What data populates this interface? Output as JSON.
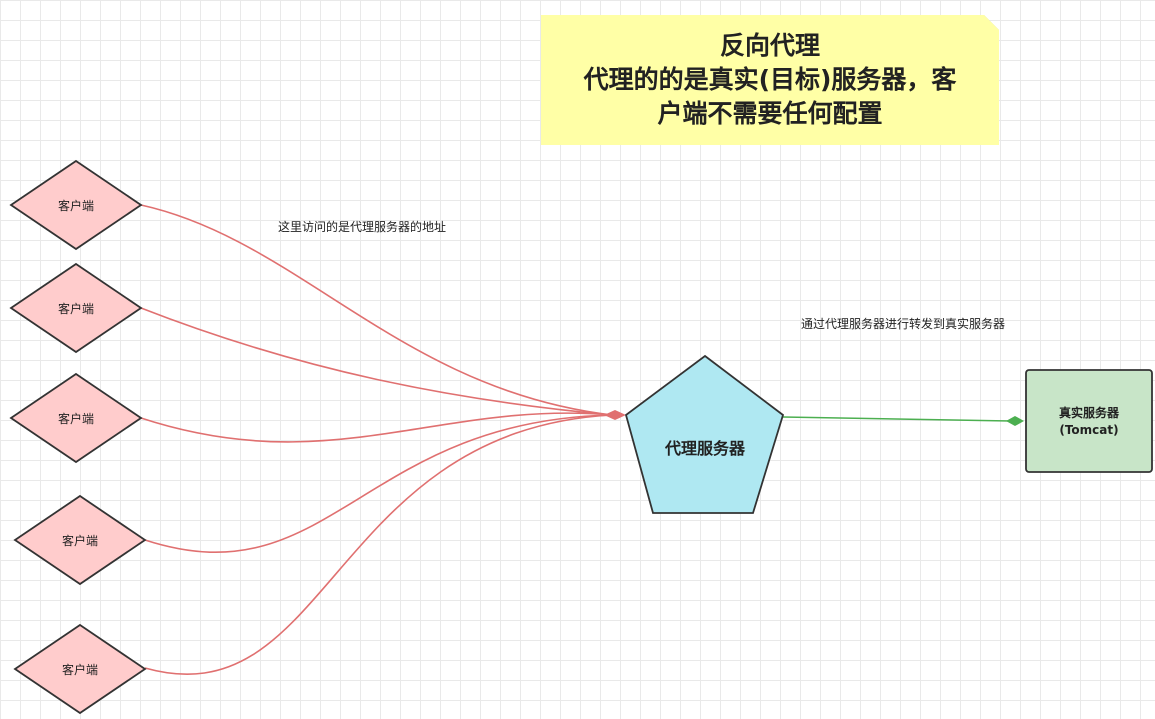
{
  "title_note": {
    "lines": [
      "反向代理",
      "代理的的是真实(目标)服务器，客",
      "户端不需要任何配置"
    ],
    "fill_color": "#ffffa6",
    "fold_color": "#d6d68a"
  },
  "clients": [
    {
      "label": "客户端"
    },
    {
      "label": "客户端"
    },
    {
      "label": "客户端"
    },
    {
      "label": "客户端"
    },
    {
      "label": "客户端"
    }
  ],
  "client_style": {
    "fill": "#ffcccc",
    "stroke": "#333333"
  },
  "proxy": {
    "label": "代理服务器",
    "shape": "pentagon",
    "fill": "#afe8f2",
    "stroke": "#333333"
  },
  "real_server": {
    "line1": "真实服务器",
    "line2": "(Tomcat)",
    "fill": "#c8e5c8",
    "stroke": "#333333"
  },
  "edge_labels": {
    "client_to_proxy": "这里访问的是代理服务器的地址",
    "proxy_to_server": "通过代理服务器进行转发到真实服务器"
  },
  "colors": {
    "client_edges": "#e07070",
    "server_edge": "#4caf50",
    "grid": "#e9e9e9"
  }
}
